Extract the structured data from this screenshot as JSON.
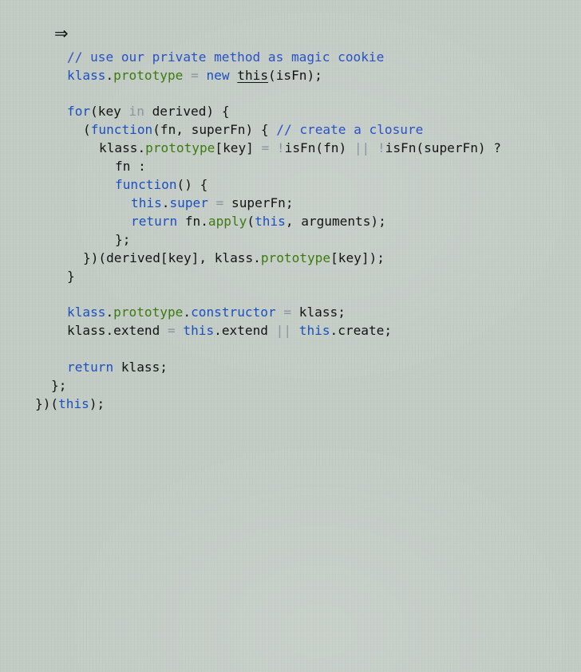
{
  "slide": {
    "marker": "⇒",
    "code": {
      "comment_magic": "// use our private method as magic cookie",
      "comment_closure": "// create a closure",
      "klass": "klass",
      "prototype": "prototype",
      "constructor": "constructor",
      "new": "new",
      "this": "this",
      "isFn_call": "(isFn);",
      "for": "for",
      "key_open": "(key ",
      "in": "in",
      "derived_open": " derived) {",
      "function": "function",
      "fn_superfn": "(fn, superFn) { ",
      "key_bracket": "[key] ",
      "eq": "=",
      "bang": "!",
      "isFn_fn": "isFn(fn) ",
      "or": "||",
      "isFn_super": "isFn(superFn) ?",
      "fn_colon": "fn :",
      "paren_brace": "() {",
      "super": "super",
      "superFn_semi": " superFn;",
      "return": "return",
      "fn_dot": "fn.",
      "apply": "apply",
      "arguments": ", arguments);",
      "close_semi": "};",
      "call_close_a": "})(derived[key], klass.",
      "call_close_b": "[key]);",
      "brace": "}",
      "klass_semi": " klass;",
      "extend_a": "klass.extend ",
      "extend_b": ".extend ",
      "create": ".create;",
      "outer_close_a": "})(",
      "outer_close_b": ");",
      "dot": ".",
      "open_paren": "(",
      "open_brace_closure": "(",
      "space": " "
    }
  }
}
